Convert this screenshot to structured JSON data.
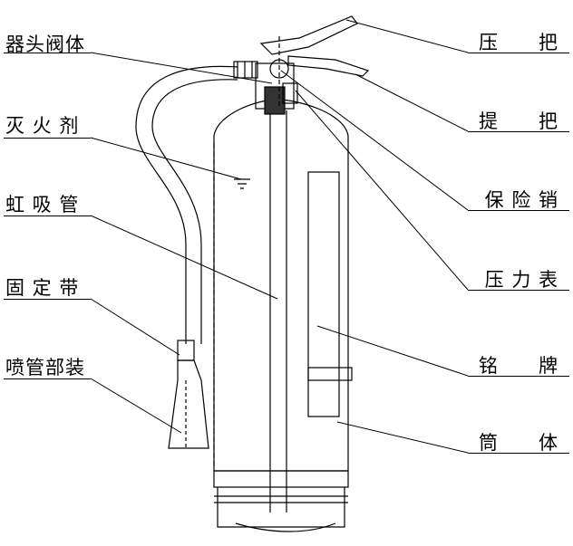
{
  "labels_left": [
    {
      "text": "器头阀体"
    },
    {
      "text": "灭 火 剂"
    },
    {
      "text": "虹 吸 管"
    },
    {
      "text": "固 定 带"
    },
    {
      "text": "喷管部装"
    }
  ],
  "labels_right": [
    {
      "text": "压　　把"
    },
    {
      "text": "提　　把"
    },
    {
      "text": "保 险 销"
    },
    {
      "text": "压 力 表"
    },
    {
      "text": "铭　　牌"
    },
    {
      "text": "筒　　体"
    }
  ],
  "colors": {
    "line": "#000000",
    "background": "#ffffff"
  }
}
